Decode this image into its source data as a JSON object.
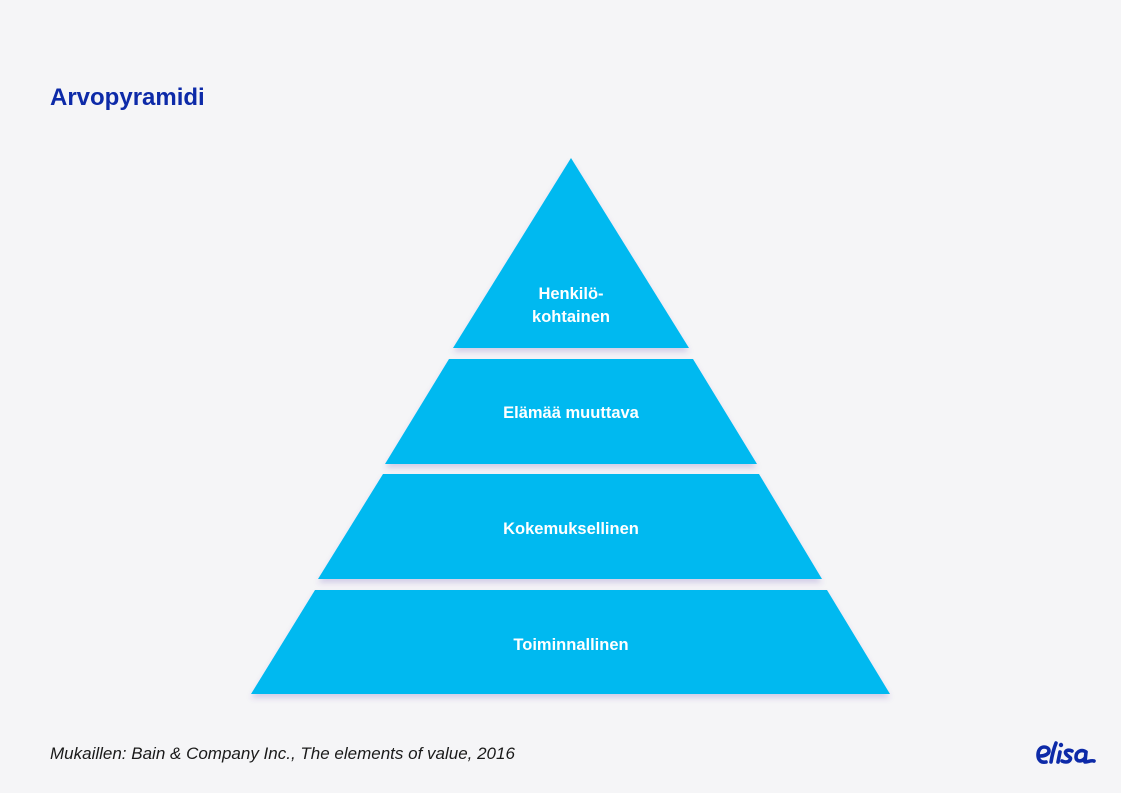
{
  "slide": {
    "title": "Arvopyramidi",
    "caption": "Mukaillen: Bain & Company Inc., The elements of value, 2016"
  },
  "pyramid": {
    "levels": [
      {
        "lines": [
          "Henkilö-",
          "kohtainen"
        ]
      },
      {
        "lines": [
          "Elämää muuttava"
        ]
      },
      {
        "lines": [
          "Kokemuksellinen"
        ]
      },
      {
        "lines": [
          "Toiminnallinen"
        ]
      }
    ]
  },
  "logo": {
    "text": "elisa"
  },
  "colors": {
    "title": "#0d2aa8",
    "pyramid_fill": "#00b9f0",
    "label": "#ffffff",
    "logo": "#0d2aa8",
    "background": "#f5f5f7"
  }
}
